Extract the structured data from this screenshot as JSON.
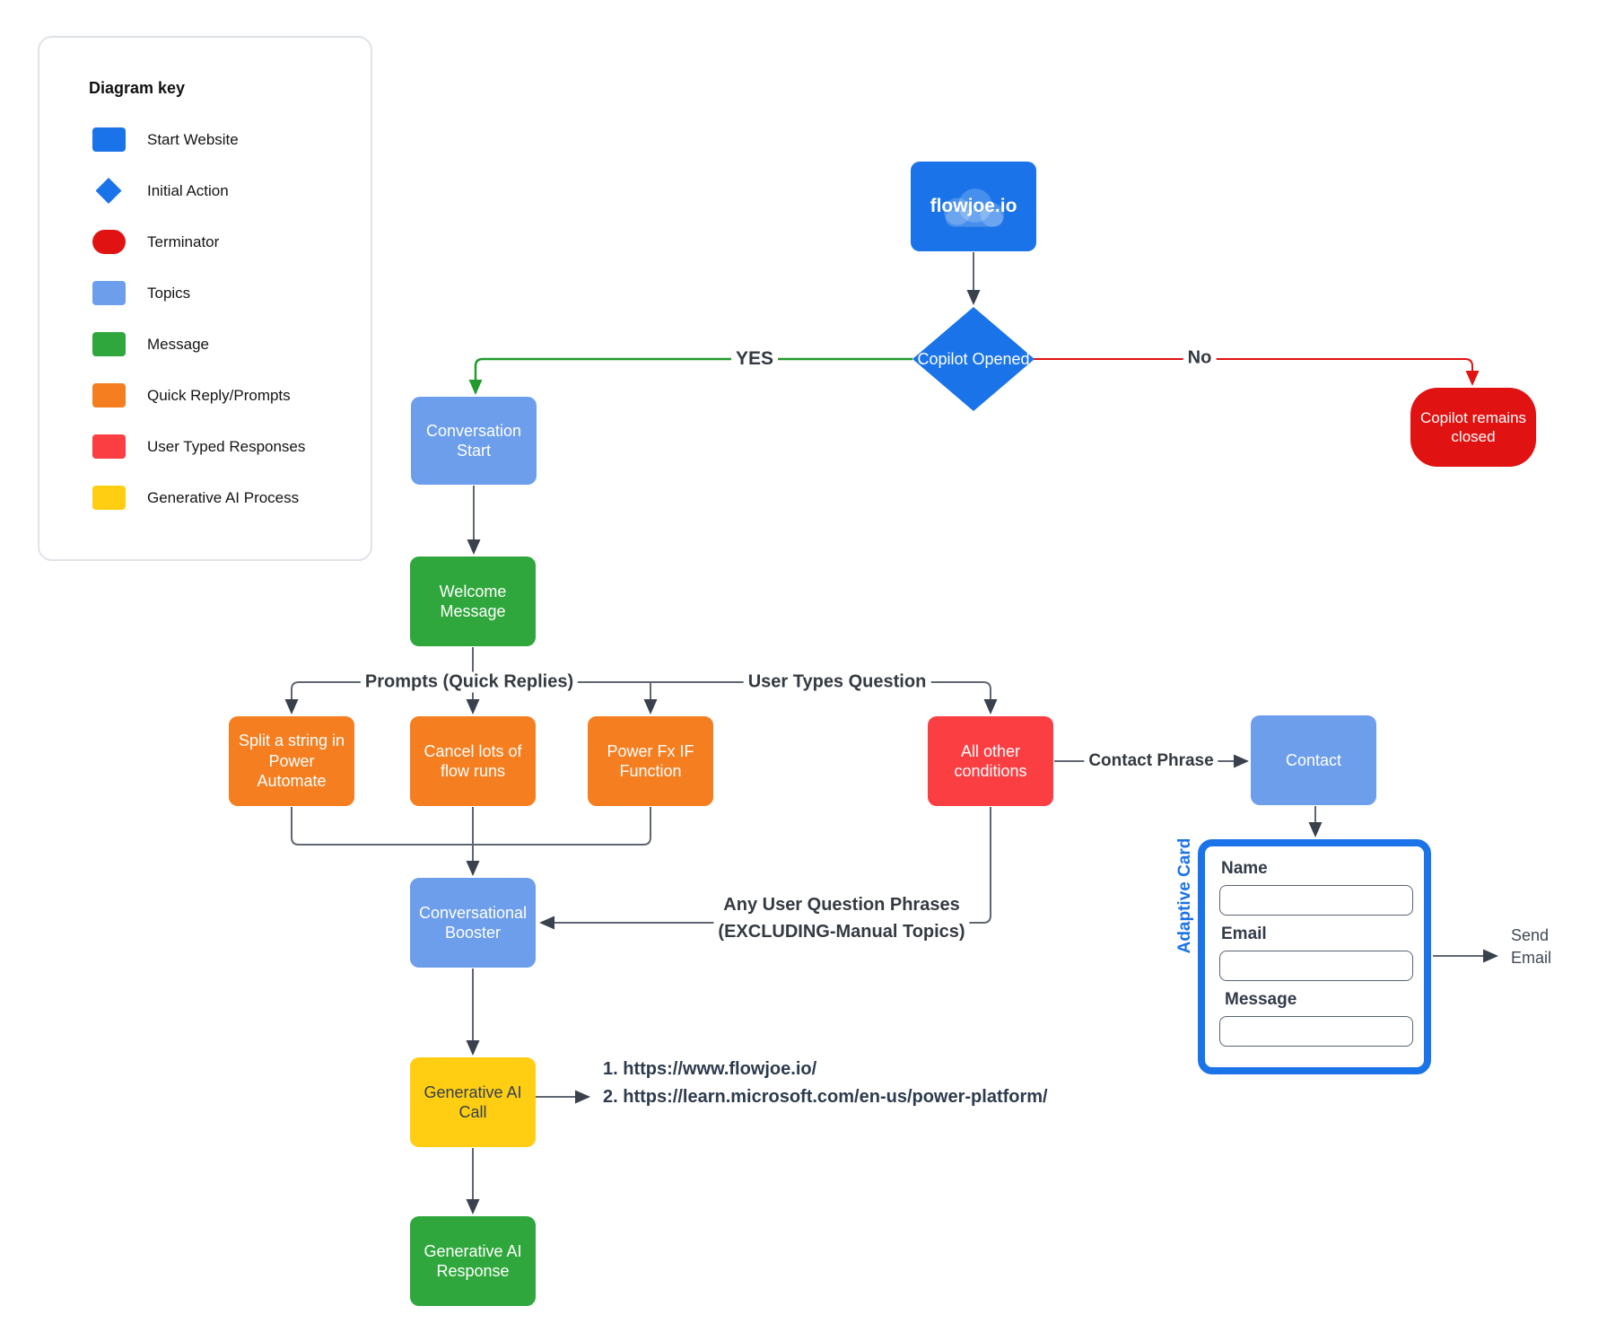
{
  "legend": {
    "title": "Diagram key",
    "items": [
      {
        "label": "Start Website",
        "color": "#1a73e8",
        "shape": "rect"
      },
      {
        "label": "Initial Action",
        "color": "#1a73e8",
        "shape": "diamond"
      },
      {
        "label": "Terminator",
        "color": "#e11212",
        "shape": "pill"
      },
      {
        "label": "Topics",
        "color": "#6d9eeb",
        "shape": "rect"
      },
      {
        "label": "Message",
        "color": "#2fa73c",
        "shape": "rect"
      },
      {
        "label": "Quick Reply/Prompts",
        "color": "#f57e20",
        "shape": "rect"
      },
      {
        "label": "User Typed Responses",
        "color": "#fb3e42",
        "shape": "rect"
      },
      {
        "label": "Generative AI Process",
        "color": "#ffce12",
        "shape": "rect"
      }
    ]
  },
  "nodes": {
    "start": "flowjoe.io",
    "decision": "Copilot Opened",
    "terminator": "Copilot remains closed",
    "conversation_start": "Conversation Start",
    "welcome": "Welcome Message",
    "prompt1": "Split a string in Power Automate",
    "prompt2": "Cancel lots of flow runs",
    "prompt3": "Power Fx IF Function",
    "other_conditions": "All other conditions",
    "contact": "Contact",
    "booster": "Conversational Booster",
    "genai_call": "Generative AI Call",
    "genai_response": "Generative AI Response"
  },
  "edge_labels": {
    "yes": "YES",
    "no": "No",
    "prompts": "Prompts (Quick Replies)",
    "user_types": "User Types Question",
    "contact_phrase": "Contact Phrase",
    "any_user_line1": "Any User Question Phrases",
    "any_user_line2": "(EXCLUDING-Manual Topics)",
    "send_email": "Send Email"
  },
  "genai_links": [
    "1. https://www.flowjoe.io/",
    "2. https://learn.microsoft.com/en-us/power-platform/"
  ],
  "adaptive_card": {
    "label": "Adaptive Card",
    "fields": [
      "Name",
      "Email",
      "Message"
    ]
  },
  "colors": {
    "primary_blue": "#1a73e8",
    "topics_blue": "#6d9eeb",
    "message_green": "#2fa73c",
    "prompt_orange": "#f57e20",
    "user_typed_red": "#fb3e42",
    "terminator_red": "#e11212",
    "genai_yellow": "#ffce12",
    "connector_gray": "#5f6672",
    "arrow_dark": "#39414d",
    "yes_green": "#229a2e",
    "no_red": "#e11212"
  }
}
